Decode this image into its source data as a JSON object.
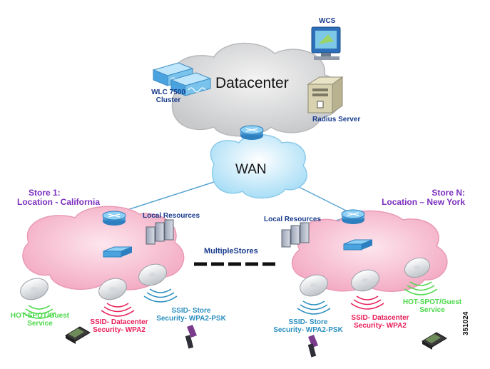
{
  "datacenter": {
    "cloud_label": "Datacenter",
    "wcs_label": "WCS",
    "wlc_label_line1": "WLC 7500",
    "wlc_label_line2": "Cluster",
    "radius_label": "Radius Server"
  },
  "wan": {
    "label": "WAN"
  },
  "store1": {
    "title_line1": "Store 1:",
    "title_line2": "Location - California",
    "local_resources": "Local Resources",
    "hotspot_line1": "HOT-SPOT/Guest",
    "hotspot_line2": "Service",
    "ssid_dc_line1": "SSID- Datacenter",
    "ssid_dc_line2": "Security- WPA2",
    "ssid_store_line1": "SSID- Store",
    "ssid_store_line2": "Security- WPA2-PSK"
  },
  "storeN": {
    "title_line1": "Store N:",
    "title_line2": "Location – New York",
    "local_resources": "Local Resources",
    "hotspot_line1": "HOT-SPOT/Guest",
    "hotspot_line2": "Service",
    "ssid_dc_line1": "SSID- Datacenter",
    "ssid_dc_line2": "Security- WPA2",
    "ssid_store_line1": "SSID- Store",
    "ssid_store_line2": "Security- WPA2-PSK"
  },
  "multiple_stores": "MultipleStores",
  "figure_id": "351024",
  "colors": {
    "store_title": "#7b2fbe",
    "hotspot": "#4cd94c",
    "ssid_datacenter": "#e8205a",
    "ssid_store": "#2b8fc0",
    "device_label": "#1a3c8c",
    "pink_cloud": "#f7c6d6",
    "grey_cloud": "#d9dadc",
    "wan_cloud": "#c9ecfb",
    "router": "#4aa3df"
  }
}
